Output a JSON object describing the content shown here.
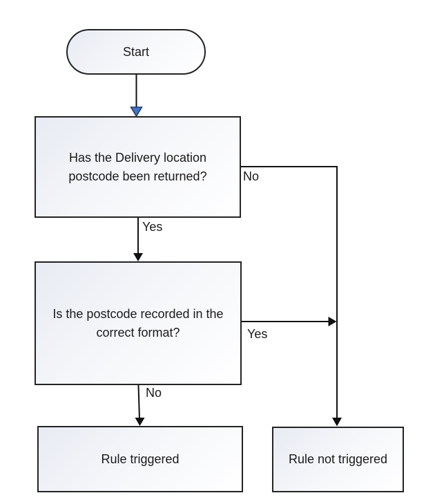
{
  "diagram": {
    "type": "flowchart",
    "nodes": {
      "start": "Start",
      "decision1": "Has the Delivery location postcode been returned?",
      "decision2": "Is the postcode recorded in the correct format?",
      "rule_triggered": "Rule triggered",
      "rule_not_triggered": "Rule not triggered"
    },
    "edge_labels": {
      "decision1_no": "No",
      "decision1_yes": "Yes",
      "decision2_yes": "Yes",
      "decision2_no": "No"
    },
    "colors": {
      "accent_arrowhead_fill": "#4472c4",
      "accent_arrowhead_stroke": "#1f3864",
      "line": "#111111",
      "node_border": "#232323",
      "node_fill_top": "#e8ebf3",
      "node_fill_bottom": "#ffffff",
      "text": "#1a1a1a",
      "background": "#ffffff"
    }
  }
}
